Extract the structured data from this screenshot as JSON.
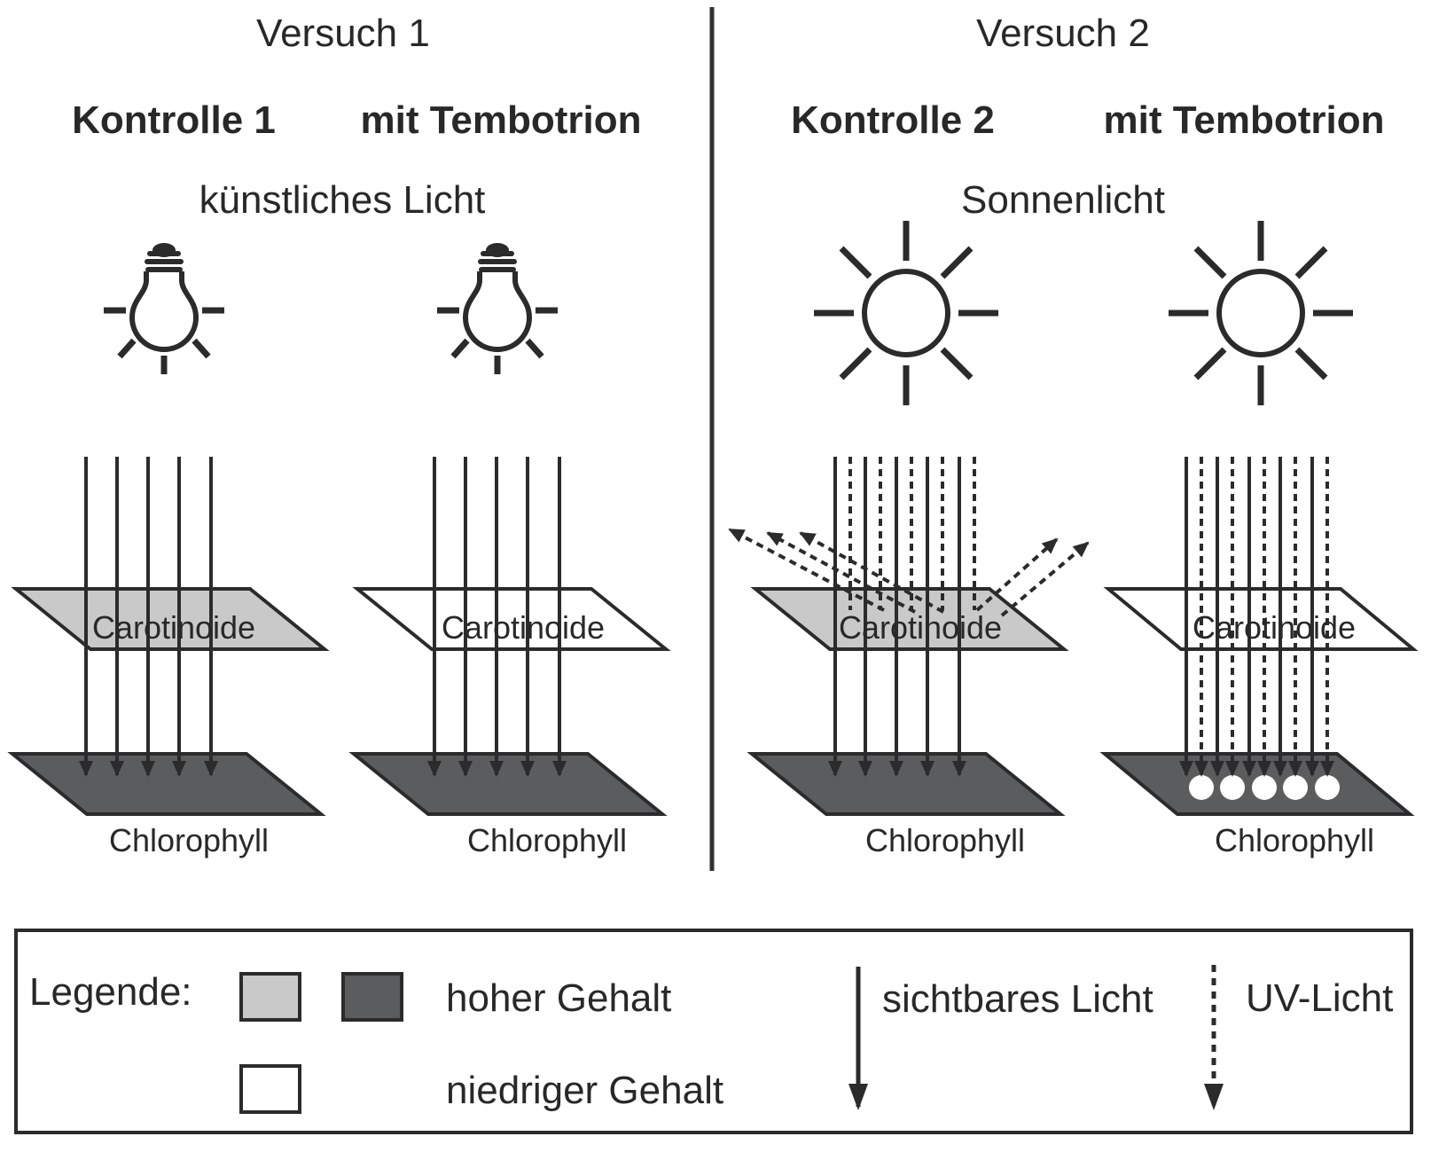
{
  "colors": {
    "background": "#ffffff",
    "ink": "#282828",
    "light_gray": "#c9c9c9",
    "dark_gray": "#5b5c5e",
    "white": "#ffffff"
  },
  "experiment1": {
    "title": "Versuch 1",
    "control_header": "Kontrolle 1",
    "treatment_header": "mit Tembotrion",
    "light_source": "künstliches Licht"
  },
  "experiment2": {
    "title": "Versuch 2",
    "control_header": "Kontrolle 2",
    "treatment_header": "mit Tembotrion",
    "light_source": "Sonnenlicht"
  },
  "layers": {
    "top": "Carotinoide",
    "bottom": "Chlorophyll"
  },
  "legend": {
    "title": "Legende:",
    "high_content": "hoher Gehalt",
    "low_content": "niedriger Gehalt",
    "visible_light": "sichtbares Licht",
    "uv_light": "UV-Licht"
  }
}
